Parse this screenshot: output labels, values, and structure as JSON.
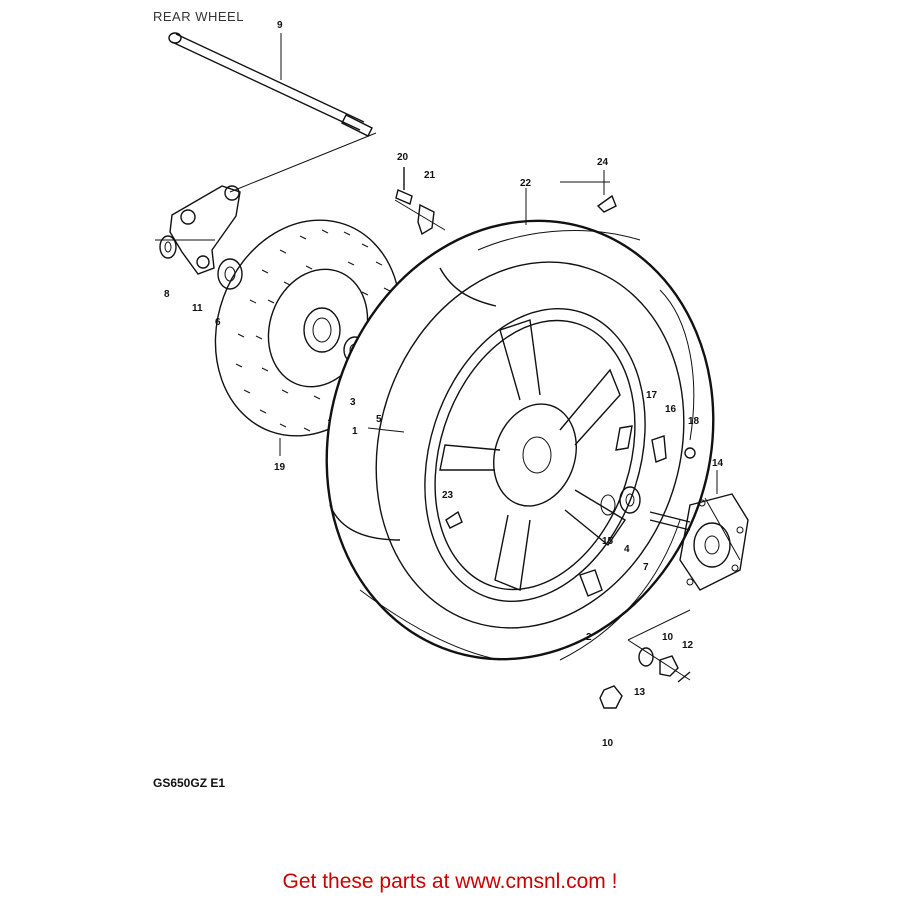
{
  "page": {
    "title": "REAR WHEEL",
    "model_code": "GS650GZ E1",
    "footer": "Get these parts at www.cmsnl.com !"
  },
  "callouts": {
    "n1": "1",
    "n2": "2",
    "n3": "3",
    "n4": "4",
    "n5": "5",
    "n6": "6",
    "n7": "7",
    "n8": "8",
    "n9": "9",
    "n10a": "10",
    "n10b": "10",
    "n11": "11",
    "n12": "12",
    "n13": "13",
    "n14": "14",
    "n15": "15",
    "n16": "16",
    "n17": "17",
    "n18": "18",
    "n19": "19",
    "n20": "20",
    "n21": "21",
    "n22": "22",
    "n23": "23",
    "n24": "24"
  }
}
